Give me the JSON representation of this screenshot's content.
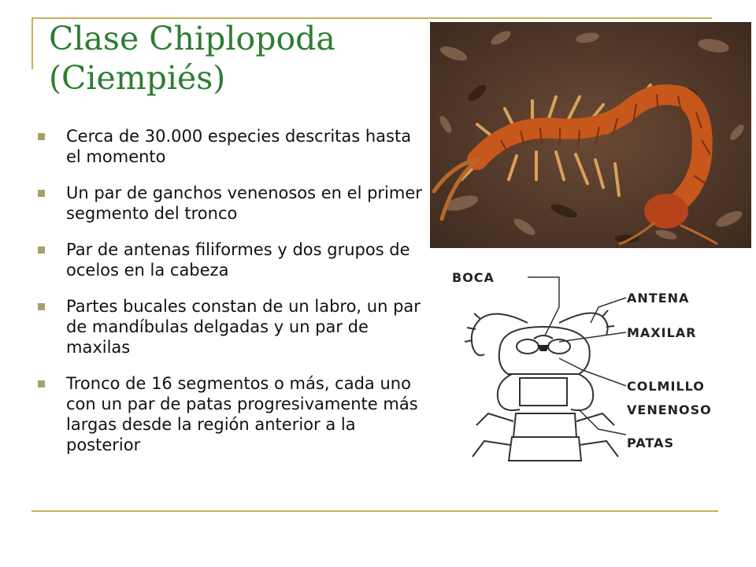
{
  "slide": {
    "title_line1": "Clase Chiplopoda",
    "title_line2": "(Ciempiés)",
    "bullets": [
      "Cerca de 30.000 especies descritas hasta el momento",
      "Un par de ganchos venenosos en el primer segmento del tronco",
      "Par de antenas filiformes y dos grupos de ocelos en la cabeza",
      "Partes bucales constan de un labro, un par de mandíbulas delgadas y un par de maxilas",
      "Tronco de 16 segmentos o más, cada uno con un par de patas progresivamente más largas desde la región anterior a la posterior"
    ]
  },
  "diagram": {
    "labels": {
      "boca": "BOCA",
      "antena": "ANTENA",
      "maxilar": "MAXILAR",
      "colmillo": "COLMILLO",
      "venenoso": "VENENOSO",
      "patas": "PATAS"
    }
  },
  "colors": {
    "title": "#2e7d32",
    "rule": "#c9b25a",
    "bullet": "#a8a069",
    "centipede": "#c8571c"
  }
}
